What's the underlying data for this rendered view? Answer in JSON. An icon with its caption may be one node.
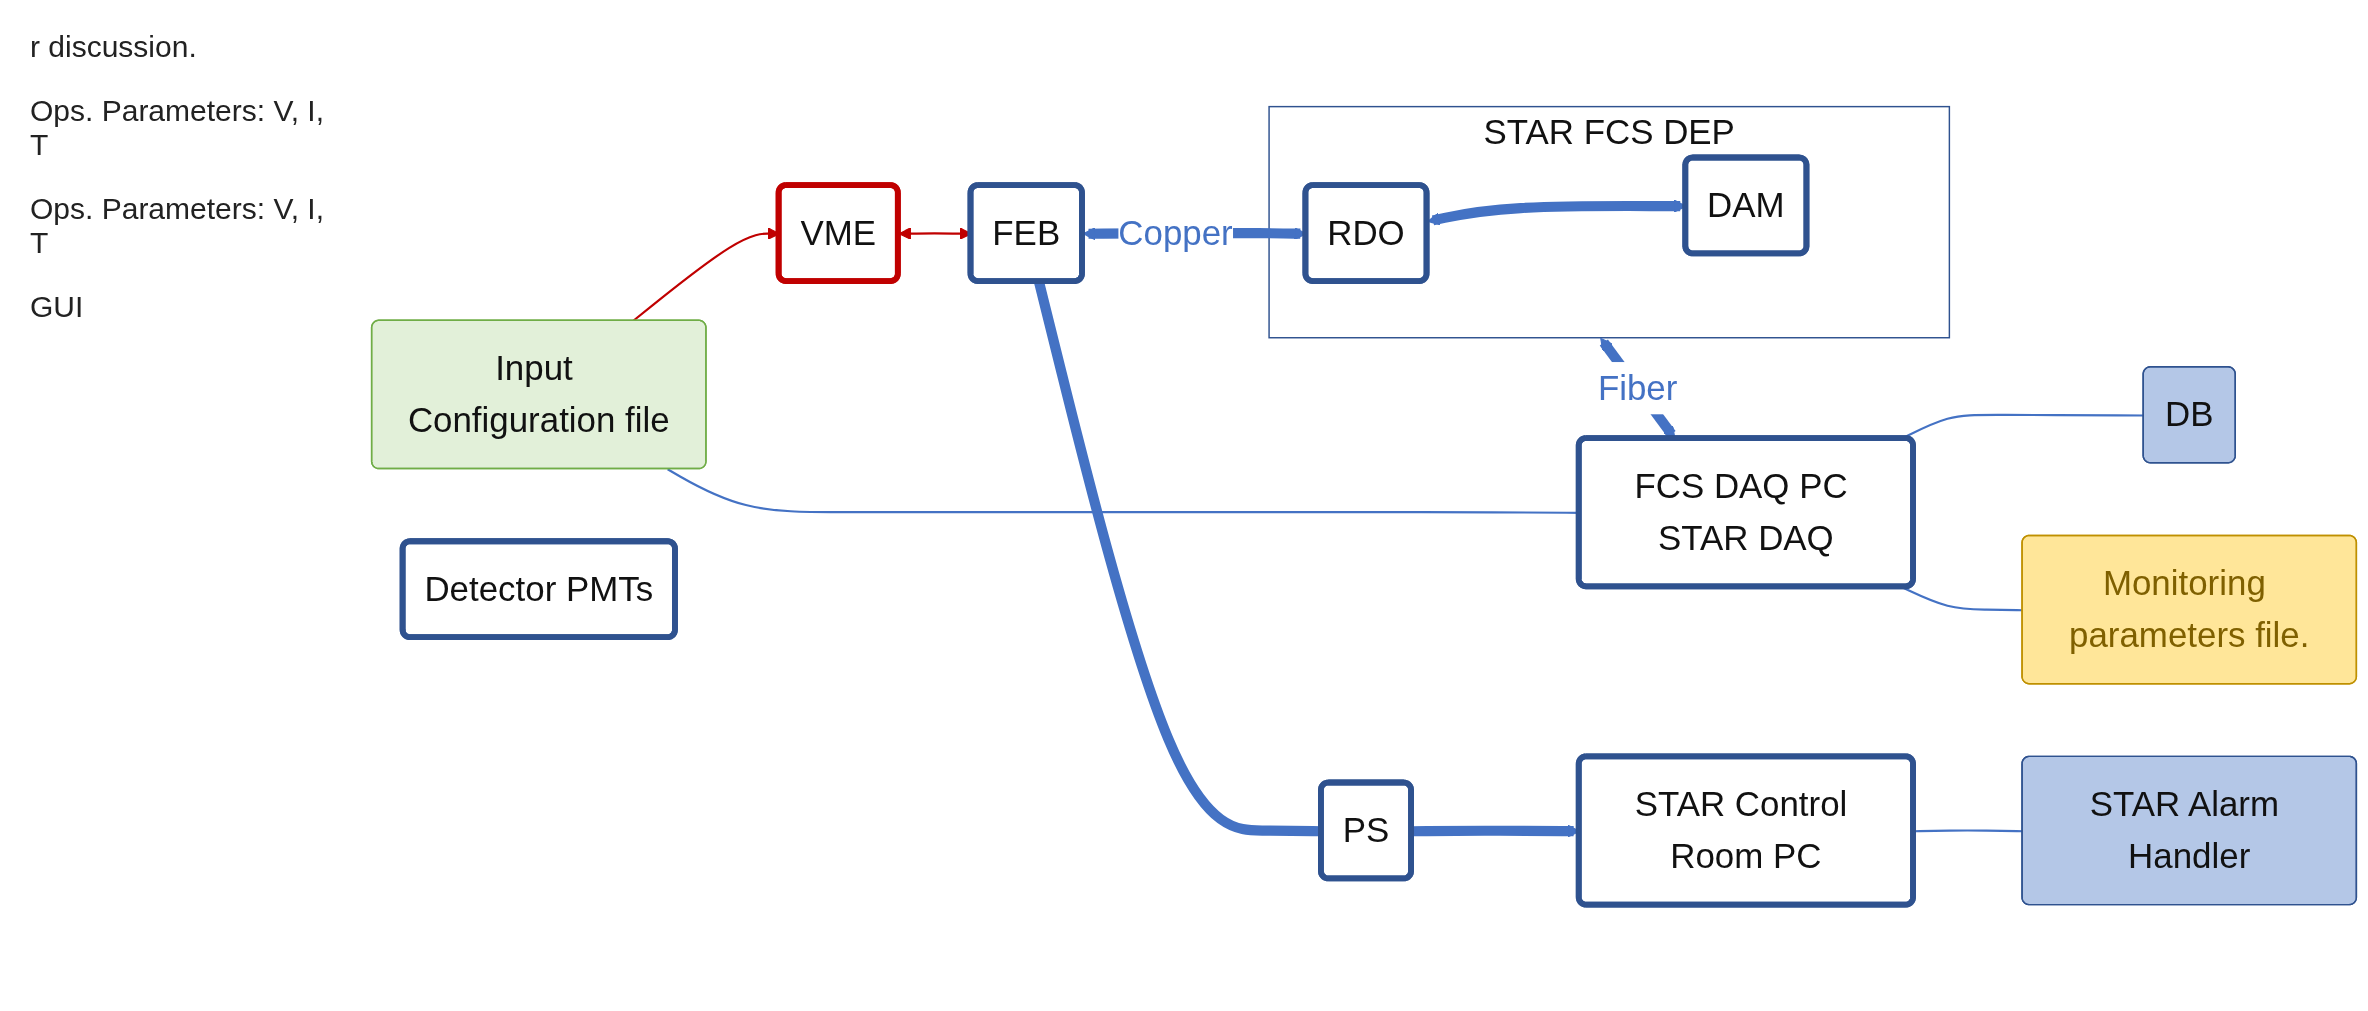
{
  "diagram": {
    "nodes": [
      {
        "text": [
          "VME"
        ]
      },
      {
        "text": [
          "Input Configuration file"
        ]
      },
      {
        "text": [
          "Detector PMTs"
        ]
      },
      {
        "text": [
          "FEB"
        ]
      },
      {
        "text": [
          "STAR FCS DEP"
        ]
      },
      {
        "text": [
          "RDO"
        ],
        "in": 4
      },
      {
        "text": [
          "DAM"
        ],
        "in": 4
      },
      {
        "text": [
          "FCS DAQ PC STAR DAQ"
        ]
      },
      {
        "text": [
          "DB"
        ]
      },
      {
        "text": [
          "Monitoring parameters file."
        ]
      },
      {
        "text": [
          "PS"
        ]
      },
      {
        "text": [
          "STAR Control Room PC"
        ]
      },
      {
        "text": [
          "STAR Alarm Handler"
        ]
      }
    ],
    "edges": [
      {
        "from": 1,
        "to": 0,
        "arrow": "to",
        "color": "#c00000"
      },
      {
        "from": 0,
        "to": 3,
        "arrow": "both",
        "color": "#c00000"
      },
      {
        "from": 3,
        "to": 5,
        "arrow": "both",
        "label": "Copper",
        "style": "thick"
      },
      {
        "from": 5,
        "to": 6,
        "arrow": "both",
        "style": "thick"
      },
      {
        "from": 4,
        "to": 7,
        "arrow": "both",
        "label": "Fiber",
        "style": "thick"
      },
      {
        "from": 1,
        "to": 7,
        "arrow": "none"
      },
      {
        "from": 7,
        "to": 8,
        "arrow": "none"
      },
      {
        "from": 7,
        "to": 9,
        "arrow": "none"
      },
      {
        "from": 3,
        "to": 10,
        "arrow": "none",
        "style": "thick"
      },
      {
        "from": 10,
        "to": 11,
        "arrow": "to",
        "style": "thick"
      },
      {
        "from": 11,
        "to": 12,
        "arrow": "none"
      }
    ],
    "labels": [
      "r discussion.",
      "Ops. Parameters: V, I, T",
      "Ops. Parameters: V, I, T",
      "GUI"
    ]
  }
}
